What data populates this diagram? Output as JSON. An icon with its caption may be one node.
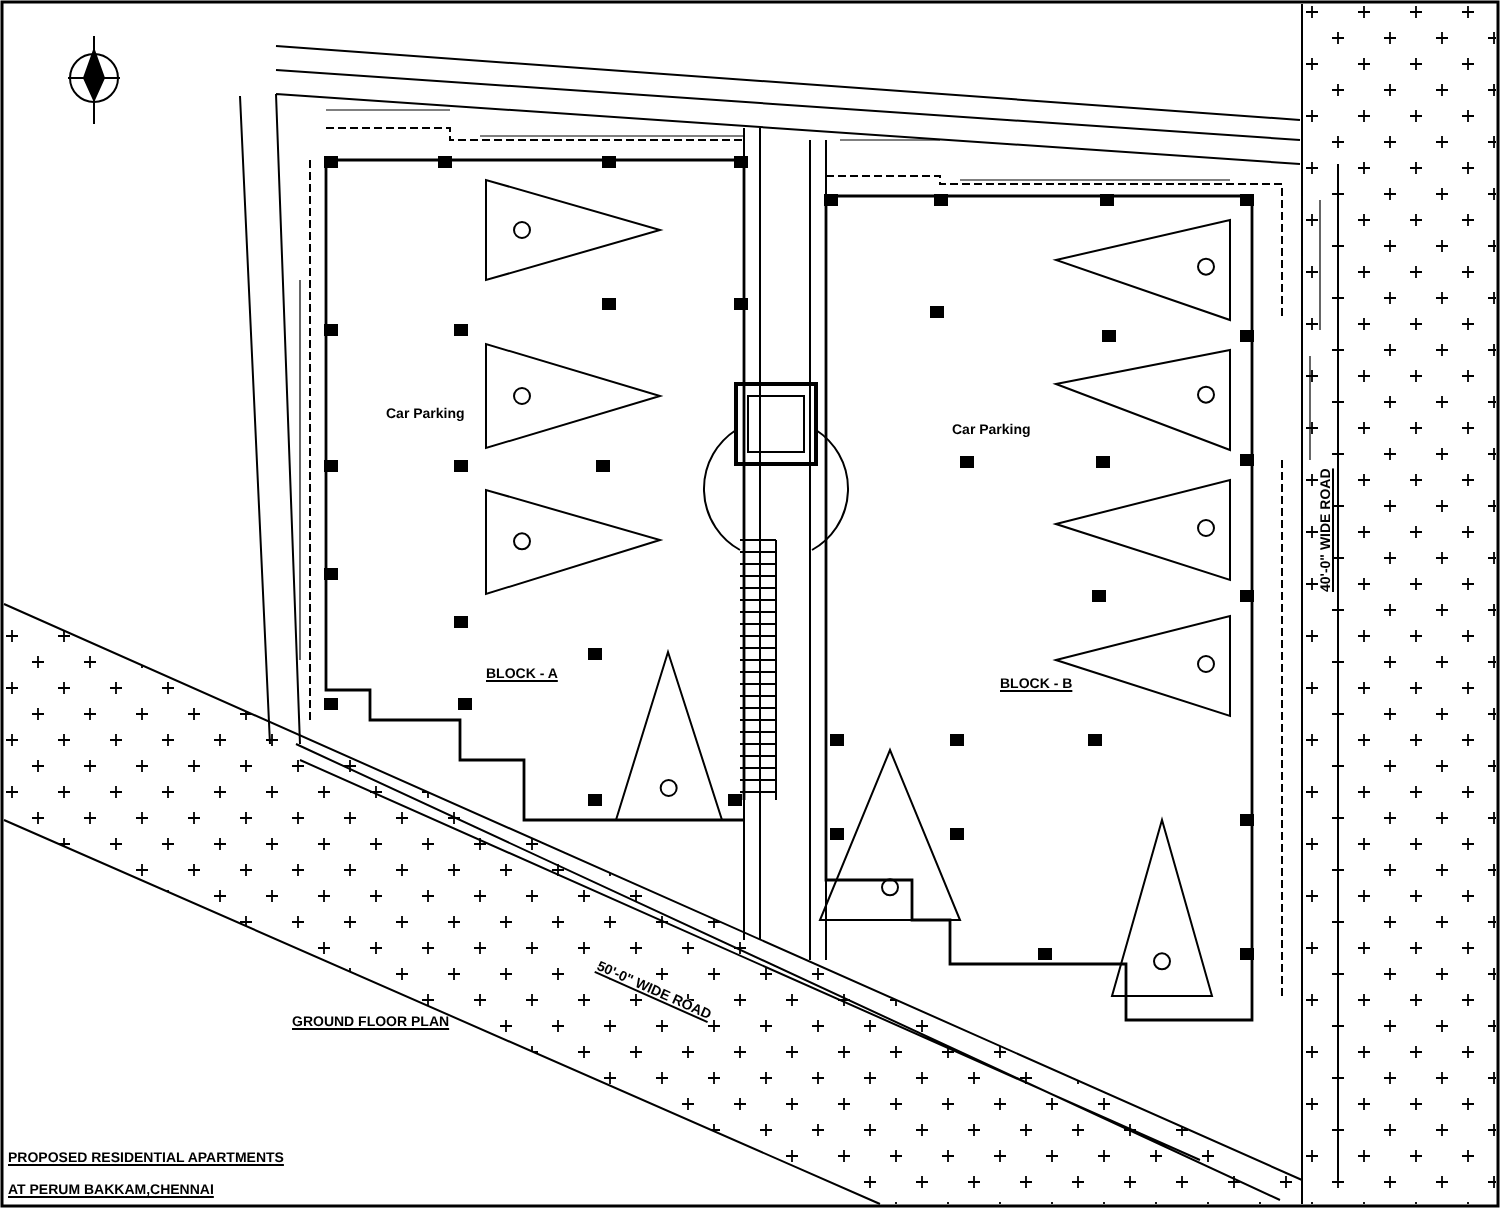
{
  "diagram": {
    "title": "GROUND FLOOR PLAN",
    "labels": [
      "Car Parking",
      "Car Parking",
      "BLOCK - A",
      "BLOCK - B",
      "50'-0\" WIDE ROAD",
      "40'-0\" WIDE ROAD",
      "PROPOSED RESIDENTIAL APARTMENTS",
      "AT PERUM BAKKAM,CHENNAI"
    ]
  }
}
